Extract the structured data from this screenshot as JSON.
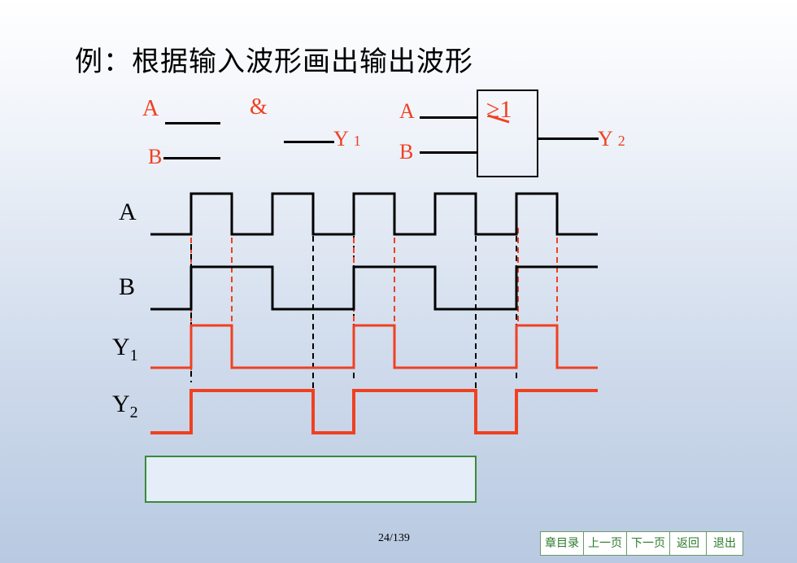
{
  "title": "例：根据输入波形画出输出波形",
  "and_gate": {
    "input_a": "A",
    "input_b": "B",
    "symbol": "&",
    "output": "Y",
    "output_sub": "1"
  },
  "or_gate": {
    "input_a": "A",
    "input_b": "B",
    "symbol": "≥1",
    "output": "Y",
    "output_sub": "2"
  },
  "waveforms": {
    "labels": {
      "a": "A",
      "b": "B",
      "y1": "Y",
      "y1_sub": "1",
      "y2": "Y",
      "y2_sub": "2"
    },
    "a": [
      0,
      1,
      0,
      1,
      0,
      1,
      0,
      1,
      0,
      1,
      0
    ],
    "b": [
      0,
      1,
      1,
      0,
      0,
      1,
      1,
      0,
      0,
      1,
      1
    ],
    "y1": [
      0,
      1,
      0,
      0,
      0,
      1,
      0,
      0,
      0,
      1,
      0
    ],
    "y2": [
      0,
      1,
      1,
      1,
      0,
      1,
      1,
      1,
      0,
      1,
      1
    ],
    "colors": {
      "inputs": "#000000",
      "outputs": "#f04020",
      "red_guides": "#f04020",
      "black_guides": "#000000"
    }
  },
  "footer": {
    "page": "24/139",
    "nav": [
      "章目录",
      "上一页",
      "下一页",
      "返回",
      "退出"
    ]
  }
}
